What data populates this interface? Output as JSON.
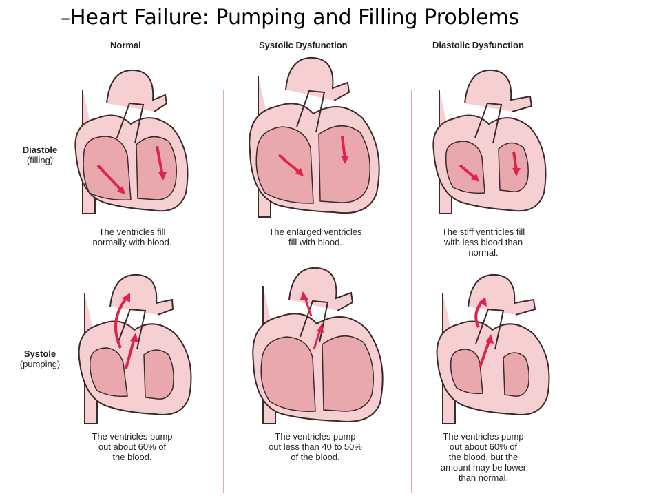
{
  "title": "Heart Failure: Pumping and Filling Problems",
  "title_prefix": "–",
  "columns": [
    {
      "heading": "Normal"
    },
    {
      "heading": "Systolic Dysfunction"
    },
    {
      "heading": "Diastolic Dysfunction"
    }
  ],
  "rows": [
    {
      "label": "Diastole",
      "sublabel": "(filling)"
    },
    {
      "label": "Systole",
      "sublabel": "(pumping)"
    }
  ],
  "captions": {
    "diastole": [
      "The ventricles fill\nnormally with blood.",
      "The enlarged ventricles\nfill with blood.",
      "The stiff ventricles fill\nwith less blood than\nnormal."
    ],
    "systole": [
      "The ventricles pump\nout about 60% of\nthe blood.",
      "The ventricles pump\nout less than 40 to 50%\nof the blood.",
      "The ventricles pump\nout about 60% of\nthe blood, but the\namount may be lower\nthan normal."
    ]
  },
  "colors": {
    "outline": "#3a2a2a",
    "heart_fill": "#f6cfd3",
    "chamber_fill": "#e9a7ae",
    "arrow": "#e0234a",
    "divider": "#e7a4ac"
  }
}
